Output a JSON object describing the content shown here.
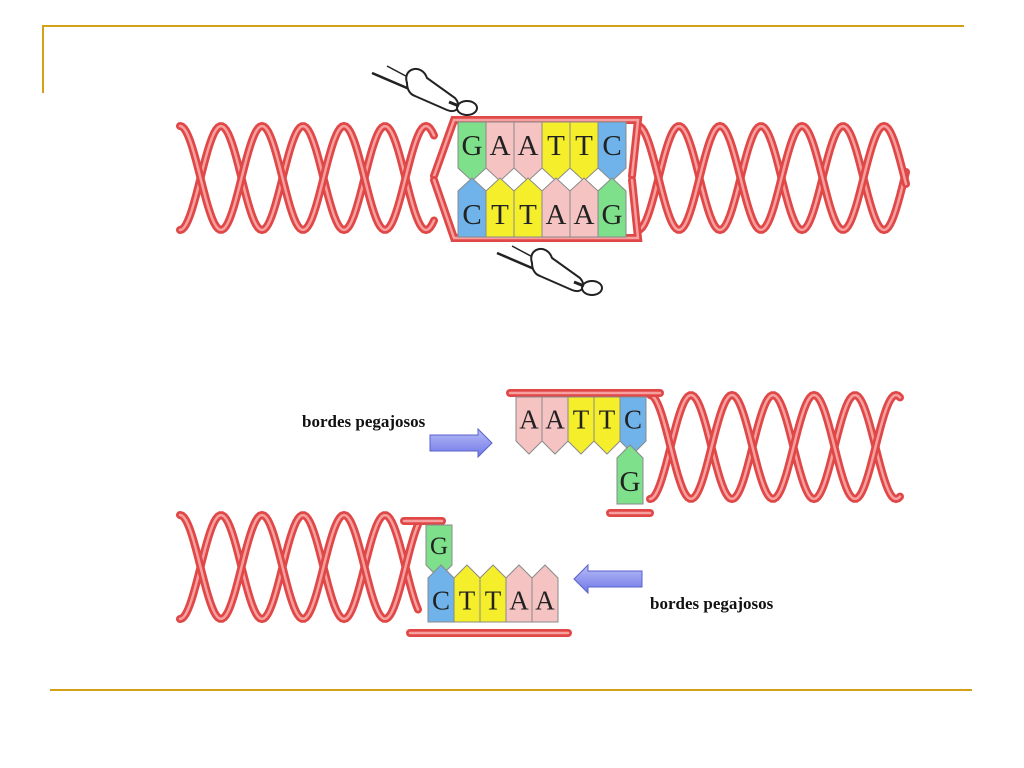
{
  "colors": {
    "frame": "#d4a017",
    "strand": "#e04848",
    "strand_highlight": "#f7a0a0",
    "G": "#7ee08a",
    "A": "#f6c3c3",
    "T": "#f5ee2a",
    "C": "#6fb3ea",
    "arrow": "#6f78e8"
  },
  "top_strand": {
    "bases": [
      "G",
      "A",
      "A",
      "T",
      "T",
      "C"
    ]
  },
  "bottom_strand": {
    "bases": [
      "C",
      "T",
      "T",
      "A",
      "A",
      "G"
    ]
  },
  "cut_right_upper": {
    "bases": [
      "A",
      "A",
      "T",
      "T",
      "C"
    ]
  },
  "cut_right_lone": {
    "base": "G"
  },
  "cut_left_lone": {
    "base": "G"
  },
  "cut_left_lower": {
    "bases": [
      "C",
      "T",
      "T",
      "A",
      "A"
    ]
  },
  "labels": {
    "sticky_ends_upper": "bordes pegajosos",
    "sticky_ends_lower": "bordes pegajosos"
  },
  "icons": [
    "scissors-icon"
  ]
}
